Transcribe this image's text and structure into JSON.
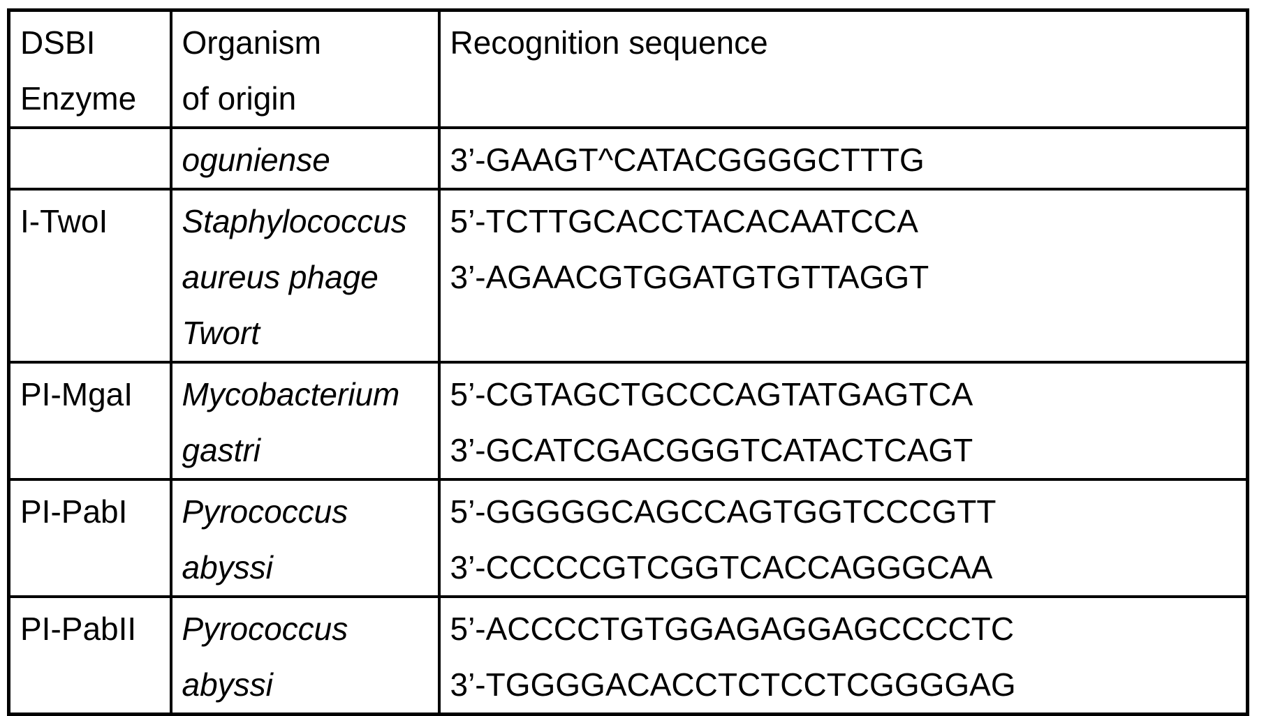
{
  "table": {
    "header": {
      "enzyme_lines": [
        "DSBI",
        "Enzyme"
      ],
      "organism_lines": [
        "Organism",
        "of origin"
      ],
      "sequence_label": "Recognition sequence"
    },
    "rows": [
      {
        "enzyme": "",
        "organism_lines": [
          "oguniense"
        ],
        "sequence_lines": [
          "3’-GAAGT^CATACGGGGCTTTG"
        ]
      },
      {
        "enzyme": "I-TwoI",
        "organism_lines": [
          "Staphylococcus",
          "aureus phage",
          "Twort"
        ],
        "sequence_lines": [
          "5’-TCTTGCACCTACACAATCCA",
          "3’-AGAACGTGGATGTGTTAGGT"
        ]
      },
      {
        "enzyme": "PI-MgaI",
        "organism_lines": [
          "Mycobacterium",
          "gastri"
        ],
        "sequence_lines": [
          "5’-CGTAGCTGCCCAGTATGAGTCA",
          "3’-GCATCGACGGGTCATACTCAGT"
        ]
      },
      {
        "enzyme": "PI-PabI",
        "organism_lines": [
          "Pyrococcus",
          "abyssi"
        ],
        "sequence_lines": [
          "5’-GGGGGCAGCCAGTGGTCCCGTT",
          "3’-CCCCCGTCGGTCACCAGGGCAA"
        ]
      },
      {
        "enzyme": "PI-PabII",
        "organism_lines": [
          "Pyrococcus",
          "abyssi"
        ],
        "sequence_lines": [
          "5’-ACCCCTGTGGAGAGGAGCCCCTC",
          "3’-TGGGGACACCTCTCCTCGGGGAG"
        ]
      }
    ]
  }
}
